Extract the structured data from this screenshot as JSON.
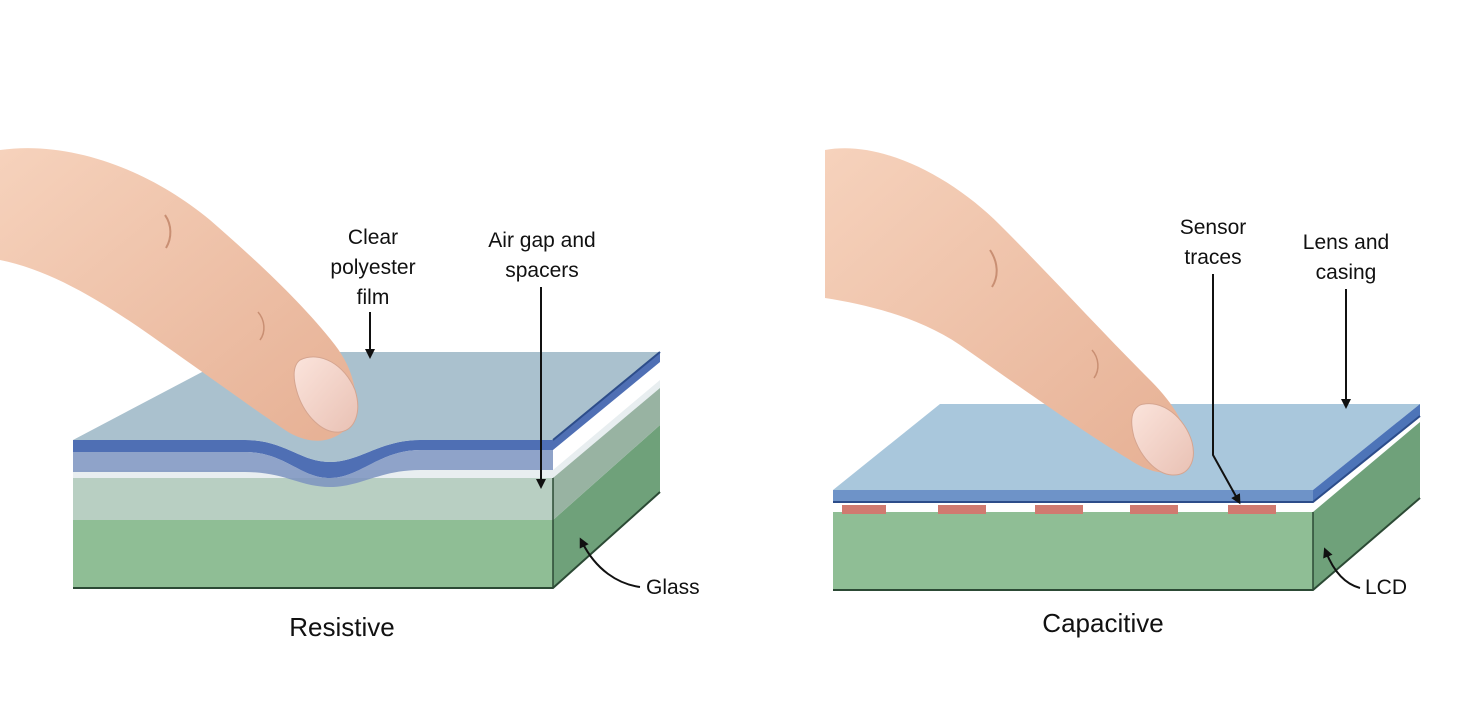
{
  "panels": [
    {
      "title": "Resistive",
      "labels": {
        "clear_film": [
          "Clear",
          "polyester",
          "film"
        ],
        "air_gap": [
          "Air gap and",
          "spacers"
        ],
        "glass": "Glass"
      }
    },
    {
      "title": "Capacitive",
      "labels": {
        "sensor_traces": [
          "Sensor",
          "traces"
        ],
        "lens_casing": [
          "Lens and",
          "casing"
        ],
        "lcd": "LCD"
      }
    }
  ],
  "colors": {
    "glass_green": "#8fbe95",
    "film_blue": "#4f6fb4",
    "lens_blue": "#9fc0d8",
    "trace_red": "#d07a70",
    "skin": "#f0c4ab"
  }
}
